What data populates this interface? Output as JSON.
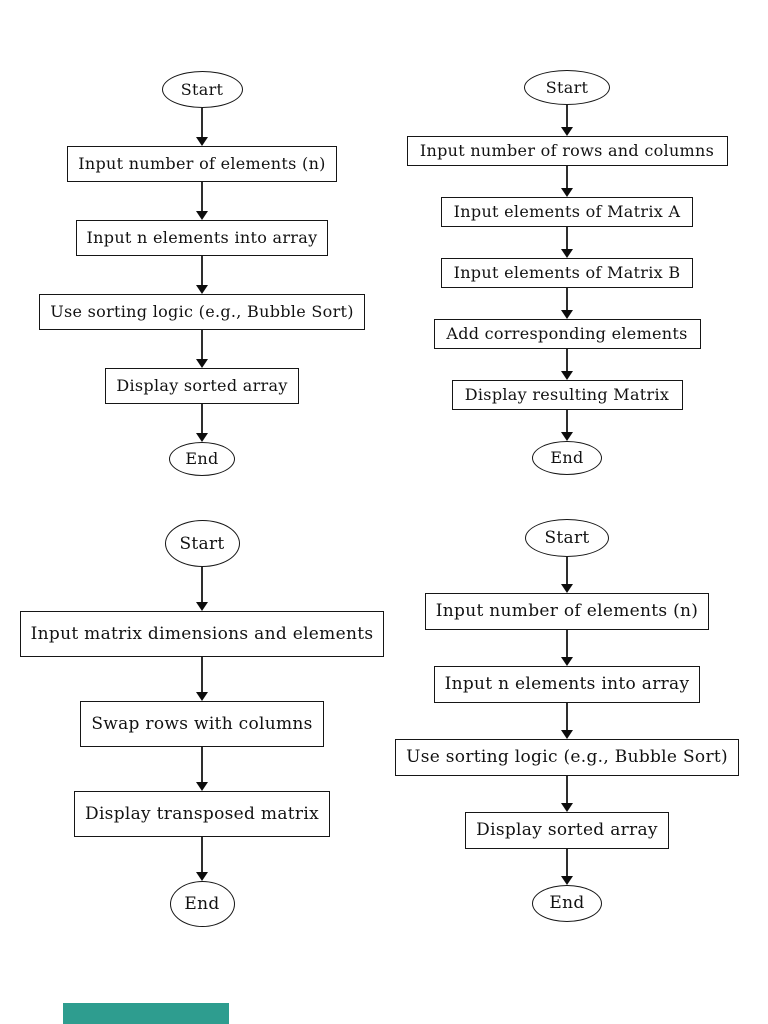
{
  "document": {
    "background": "#ffffff",
    "text_color": "#121212",
    "line_color": "#161616",
    "accent_bar": {
      "color": "#2E9D8F"
    }
  },
  "charts": [
    {
      "name": "array-sorting-flowchart-top-left",
      "nodes": [
        {
          "type": "terminal",
          "label": "Start"
        },
        {
          "type": "process",
          "label": "Input number of elements (n)"
        },
        {
          "type": "process",
          "label": "Input n elements into array"
        },
        {
          "type": "process",
          "label": "Use sorting logic (e.g., Bubble Sort)"
        },
        {
          "type": "process",
          "label": "Display sorted array"
        },
        {
          "type": "terminal",
          "label": "End"
        }
      ]
    },
    {
      "name": "matrix-addition-flowchart-top-right",
      "nodes": [
        {
          "type": "terminal",
          "label": "Start"
        },
        {
          "type": "process",
          "label": "Input number of rows and columns"
        },
        {
          "type": "process",
          "label": "Input elements of Matrix A"
        },
        {
          "type": "process",
          "label": "Input elements of Matrix B"
        },
        {
          "type": "process",
          "label": "Add corresponding elements"
        },
        {
          "type": "process",
          "label": "Display resulting Matrix"
        },
        {
          "type": "terminal",
          "label": "End"
        }
      ]
    },
    {
      "name": "matrix-transpose-flowchart-bottom-left",
      "nodes": [
        {
          "type": "terminal",
          "label": "Start"
        },
        {
          "type": "process",
          "label": "Input matrix dimensions and elements"
        },
        {
          "type": "process",
          "label": "Swap rows with columns"
        },
        {
          "type": "process",
          "label": "Display transposed matrix"
        },
        {
          "type": "terminal",
          "label": "End"
        }
      ]
    },
    {
      "name": "array-sorting-flowchart-bottom-right",
      "nodes": [
        {
          "type": "terminal",
          "label": "Start"
        },
        {
          "type": "process",
          "label": "Input number of elements (n)"
        },
        {
          "type": "process",
          "label": "Input n elements into array"
        },
        {
          "type": "process",
          "label": "Use sorting logic (e.g., Bubble Sort)"
        },
        {
          "type": "process",
          "label": "Display sorted array"
        },
        {
          "type": "terminal",
          "label": "End"
        }
      ]
    }
  ]
}
